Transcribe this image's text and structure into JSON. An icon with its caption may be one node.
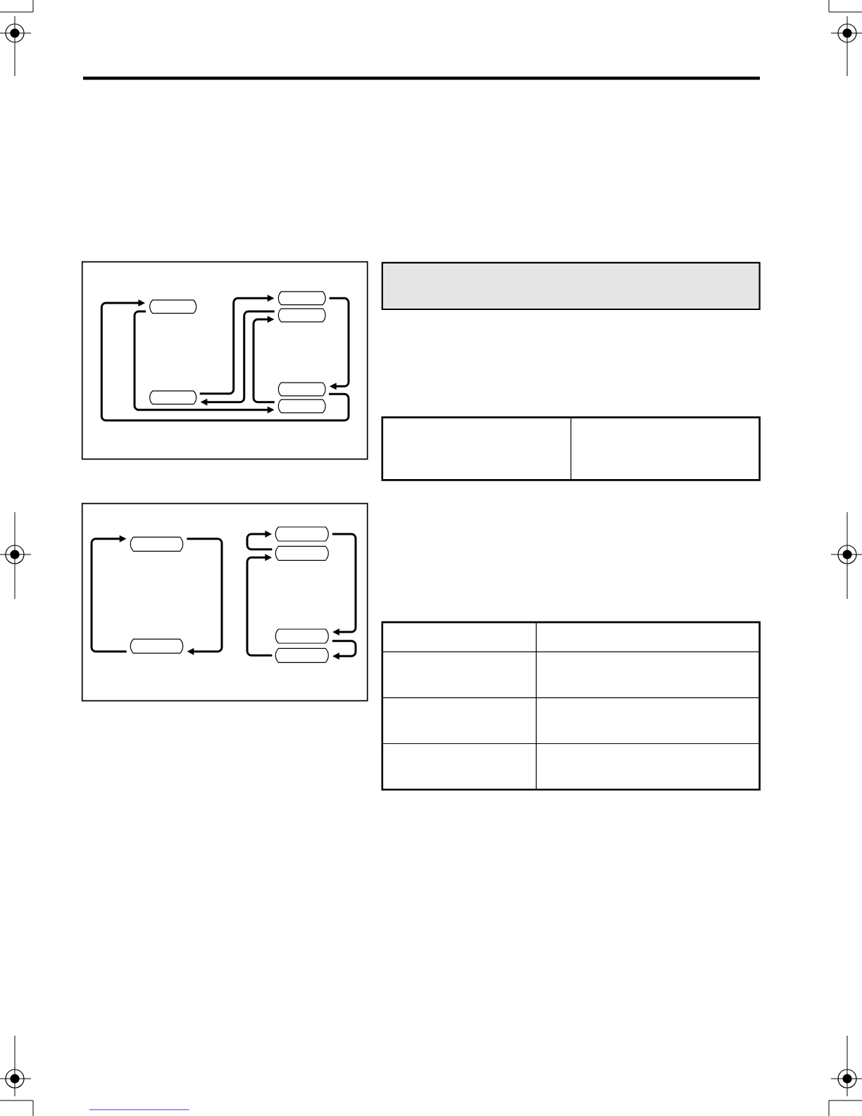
{
  "diagram": {
    "nodes": [
      {
        "text": [],
        "shape": "box"
      },
      {
        "text": [],
        "shape": "box"
      },
      {
        "text": [],
        "shape": "box"
      },
      {
        "text": [],
        "shape": "box"
      },
      {
        "text": [],
        "shape": "box"
      },
      {
        "text": [],
        "shape": "box"
      },
      {
        "text": [],
        "shape": "bar"
      },
      {
        "text": [],
        "shape": "box"
      },
      {
        "text": [],
        "shape": "box"
      },
      {
        "text": [],
        "shape": "box"
      },
      {
        "text": [],
        "shape": "box"
      },
      {
        "text": [],
        "shape": "box"
      },
      {
        "text": [],
        "shape": "box"
      }
    ],
    "edges": [
      {
        "from": 4,
        "to": 0,
        "arrow": "to"
      },
      {
        "from": 0,
        "to": 5,
        "arrow": "to"
      },
      {
        "from": 1,
        "to": 2,
        "arrow": "to"
      },
      {
        "from": 3,
        "to": 1,
        "arrow": "to"
      },
      {
        "from": 5,
        "to": 3,
        "arrow": "to"
      },
      {
        "from": 2,
        "to": 4,
        "arrow": "to"
      },
      {
        "from": 7,
        "to": 8,
        "arrow": "to"
      },
      {
        "from": 8,
        "to": 7,
        "arrow": "to"
      },
      {
        "from": 10,
        "to": 9,
        "arrow": "to"
      },
      {
        "from": 9,
        "to": 11,
        "arrow": "to"
      },
      {
        "from": 11,
        "to": 12,
        "arrow": "to"
      },
      {
        "from": 12,
        "to": 10,
        "arrow": "to"
      }
    ]
  }
}
